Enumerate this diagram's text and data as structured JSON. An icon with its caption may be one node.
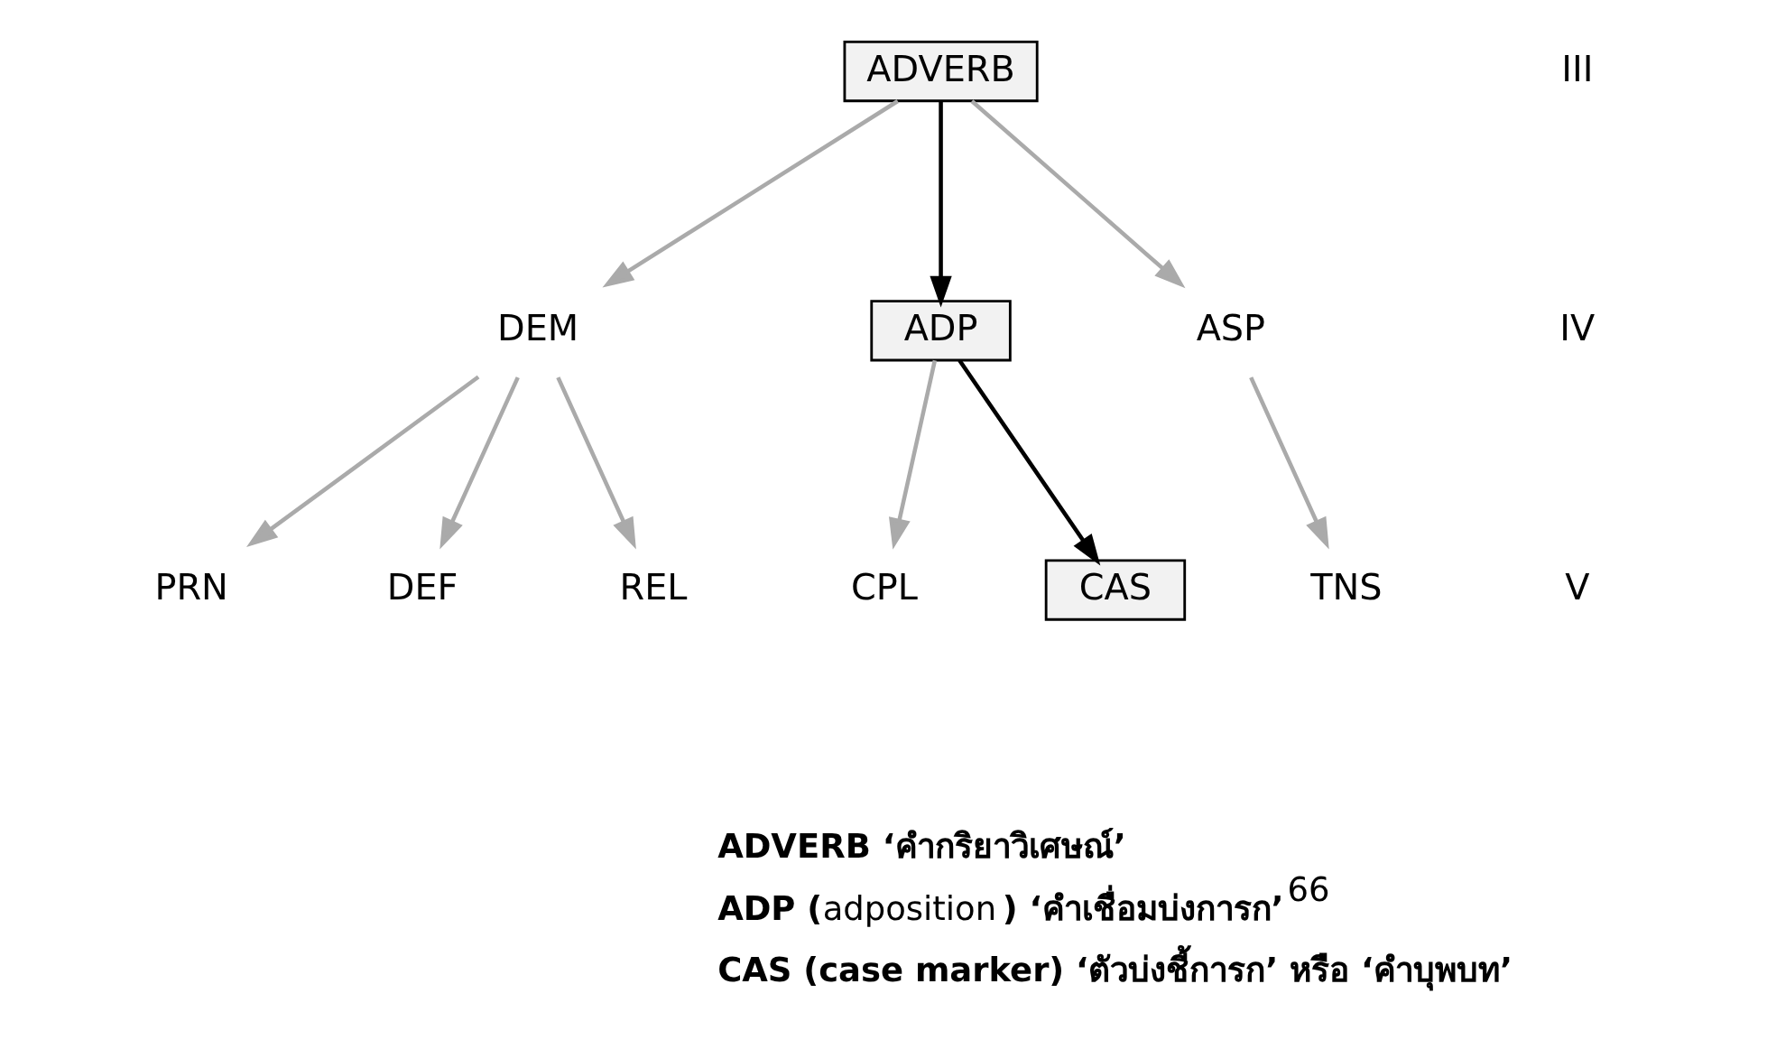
{
  "diagram": {
    "nodes": [
      {
        "text": [
          "ADVERB"
        ]
      },
      {
        "text": [
          "DEM"
        ]
      },
      {
        "text": [
          "ADP"
        ]
      },
      {
        "text": [
          "ASP"
        ]
      },
      {
        "text": [
          "PRN"
        ]
      },
      {
        "text": [
          "DEF"
        ]
      },
      {
        "text": [
          "REL"
        ]
      },
      {
        "text": [
          "CPL"
        ]
      },
      {
        "text": [
          "CAS"
        ]
      },
      {
        "text": [
          "TNS"
        ]
      }
    ],
    "edges": [
      {
        "from": 0,
        "to": 1,
        "arrow": "to"
      },
      {
        "from": 0,
        "to": 2,
        "arrow": "to",
        "color": "#000000"
      },
      {
        "from": 0,
        "to": 3,
        "arrow": "to"
      },
      {
        "from": 1,
        "to": 4,
        "arrow": "to"
      },
      {
        "from": 1,
        "to": 5,
        "arrow": "to"
      },
      {
        "from": 1,
        "to": 6,
        "arrow": "to"
      },
      {
        "from": 2,
        "to": 7,
        "arrow": "to"
      },
      {
        "from": 2,
        "to": 8,
        "arrow": "to",
        "color": "#000000"
      },
      {
        "from": 3,
        "to": 9,
        "arrow": "to"
      }
    ],
    "labels": [
      "III",
      "IV",
      "V",
      "**ADVERB ‘คำกริยาวิเศษณ์’**",
      "**ADP (**adposition**) ‘คำเชื่อมบ่งการก’**$^{66}$",
      "**CAS (case marker) ‘ตัวบ่งชี้การก’ หรือ ‘คำบุพบท’**"
    ]
  }
}
